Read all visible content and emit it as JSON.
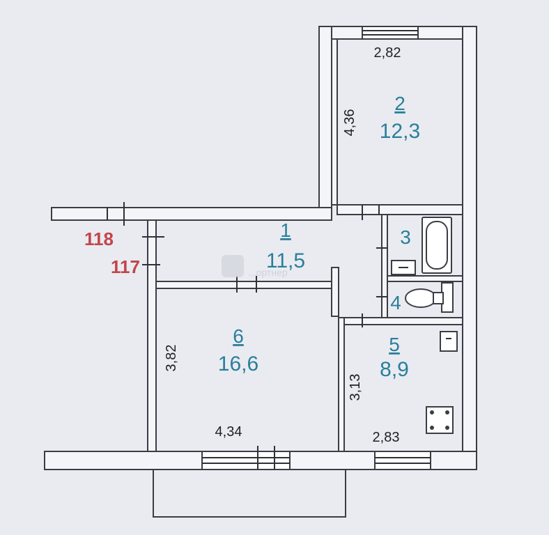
{
  "rooms": [
    {
      "number": "1",
      "area": "11,5"
    },
    {
      "number": "2",
      "area": "12,3"
    },
    {
      "number": "3"
    },
    {
      "number": "4"
    },
    {
      "number": "5",
      "area": "8,9"
    },
    {
      "number": "6",
      "area": "16,6"
    }
  ],
  "dimensions": {
    "room2_width": "2,82",
    "room2_length": "4,36",
    "room6_height": "3,82",
    "room6_width": "4,34",
    "room5_height": "3,13",
    "room5_width": "2,83"
  },
  "apartment_numbers": {
    "upper": "118",
    "lower": "117"
  },
  "watermark": "...ортнер",
  "colors": {
    "room_label": "#2a7f9a",
    "apartment_number": "#c2454a",
    "background": "#e9ebf1"
  }
}
